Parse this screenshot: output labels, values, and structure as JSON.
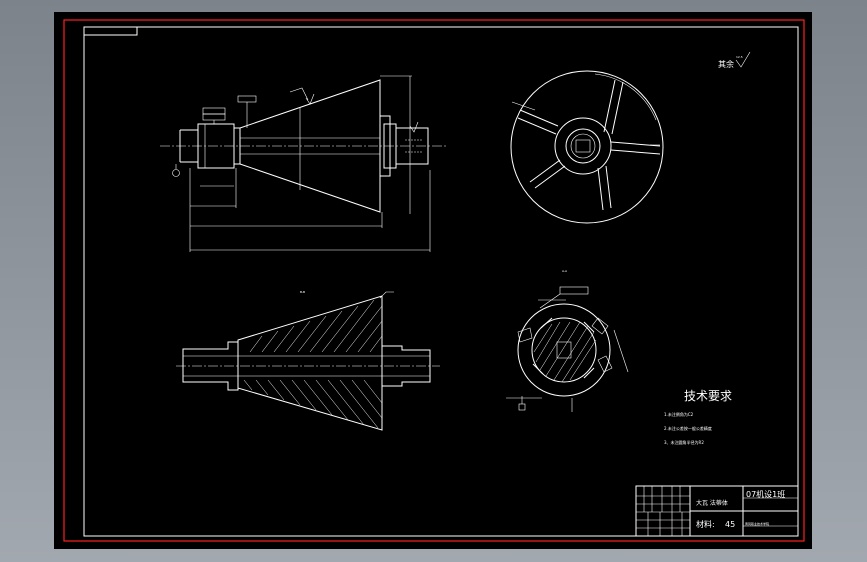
{
  "roughness_note": {
    "label": "其余",
    "value": "12.5"
  },
  "tech_requirements": {
    "title": "技术要求",
    "items": [
      "1.未注倒角为C2",
      "2.未注公差按一般公差精度",
      "3、未注圆角半径为R2"
    ]
  },
  "title_block": {
    "class_name": "07机设1班",
    "part_name": "大瓦 法蒂体",
    "material_label": "材料:",
    "material_value": "45",
    "school": "黄冈职业技术学院"
  },
  "section_labels": {
    "top": "A-A",
    "bottom": "B-B"
  },
  "colors": {
    "background": "#000000",
    "frame": "#ff0000",
    "lines": "#ffffff"
  }
}
